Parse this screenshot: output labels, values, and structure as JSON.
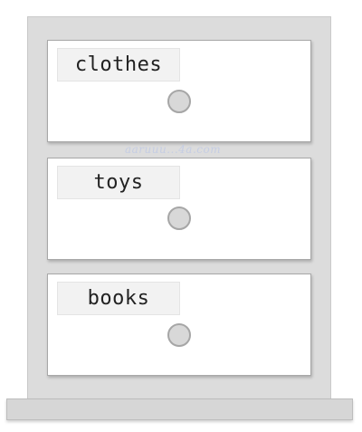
{
  "drawers": [
    {
      "label": "clothes"
    },
    {
      "label": "toys"
    },
    {
      "label": "books"
    }
  ],
  "watermark": "aaruuu...4a.com",
  "colors": {
    "cabinet": "#dcdcdc",
    "drawer": "#ffffff",
    "label_bg": "#f2f2f2",
    "knob": "#d8d8d8"
  }
}
